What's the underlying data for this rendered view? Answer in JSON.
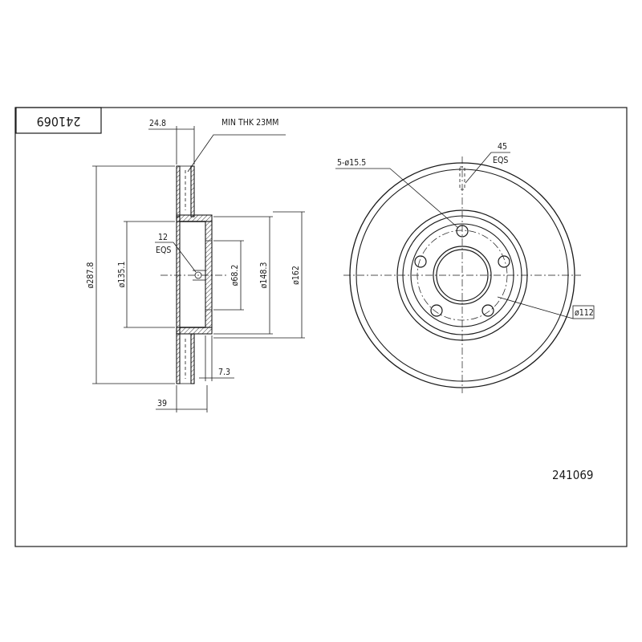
{
  "drawing": {
    "part_number_box": "241069",
    "part_number": "241069",
    "labels": {
      "min_thk": "MIN THK 23MM",
      "width_top": "24.8",
      "width_bottom": "39",
      "hat_depth": "7.3",
      "dia_outer": "ø287.8",
      "dia_hub_face": "ø135.1",
      "dia_center_bore": "ø68.2",
      "dia_hat": "ø148.3",
      "dia_hat_outer": "ø162",
      "side_eqs_count": "12",
      "side_eqs": "EQS",
      "bolt_holes": "5-ø15.5",
      "front_eqs_count": "45",
      "front_eqs": "EQS",
      "bolt_circle": "ø112"
    }
  }
}
